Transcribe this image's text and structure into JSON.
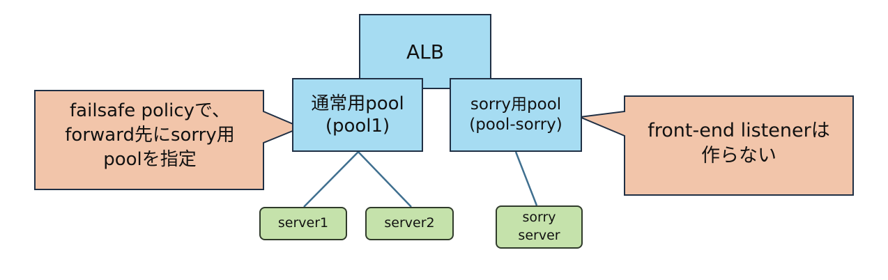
{
  "diagram": {
    "alb": {
      "label": "ALB"
    },
    "pool_main": {
      "line1": "通常用pool",
      "line2": "(pool1)"
    },
    "pool_sorry": {
      "line1": "sorry用pool",
      "line2": "(pool-sorry)"
    },
    "servers": [
      {
        "line1": "server1"
      },
      {
        "line1": "server2"
      },
      {
        "line1": "sorry",
        "line2": "server"
      }
    ],
    "callout_left": {
      "line1": "failsafe policyで、",
      "line2": "forward先にsorry用",
      "line3": "poolを指定"
    },
    "callout_right": {
      "line1": "front-end listenerは",
      "line2": "作らない"
    }
  },
  "colors": {
    "box_blue": "#a6dcf2",
    "box_green": "#c5e2ab",
    "callout_fill": "#f2c5aa",
    "connector": "#3f6f8f",
    "border": "#1f2f44"
  }
}
